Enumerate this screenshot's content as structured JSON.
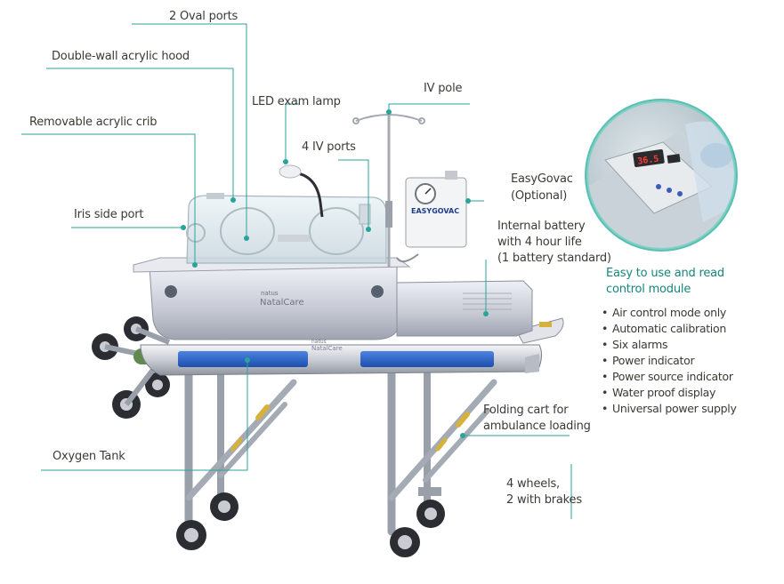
{
  "labels": {
    "oval_ports": "2 Oval ports",
    "hood": "Double-wall acrylic hood",
    "led_lamp": "LED exam lamp",
    "iv_pole": "IV pole",
    "crib": "Removable acrylic crib",
    "iv_ports": "4 IV ports",
    "easygovac_1": "EasyGovac",
    "easygovac_2": "(Optional)",
    "iris_port": "Iris side port",
    "battery_1": "Internal battery",
    "battery_2": "with 4 hour life",
    "battery_3": "(1 battery standard)",
    "oxygen_tank": "Oxygen Tank",
    "cart_1": "Folding cart for",
    "cart_2": "ambulance loading",
    "wheels_1": "4 wheels,",
    "wheels_2": "2 with brakes"
  },
  "control_module": {
    "title_1": "Easy to use and read",
    "title_2": "control module",
    "features": [
      "Air control mode only",
      "Automatic calibration",
      "Six alarms",
      "Power indicator",
      "Power source indicator",
      "Water proof display",
      "Universal power supply"
    ]
  },
  "device_text": {
    "brand_small": "natus",
    "brand_main": "NatalCare",
    "easygovac_logo": "EASYGOVAC",
    "display_value": "36.5"
  },
  "colors": {
    "accent_teal": "#15857e",
    "leader_line": "#2aa39b",
    "stripe_blue": "#2f66c9",
    "text": "#3b3a35"
  }
}
